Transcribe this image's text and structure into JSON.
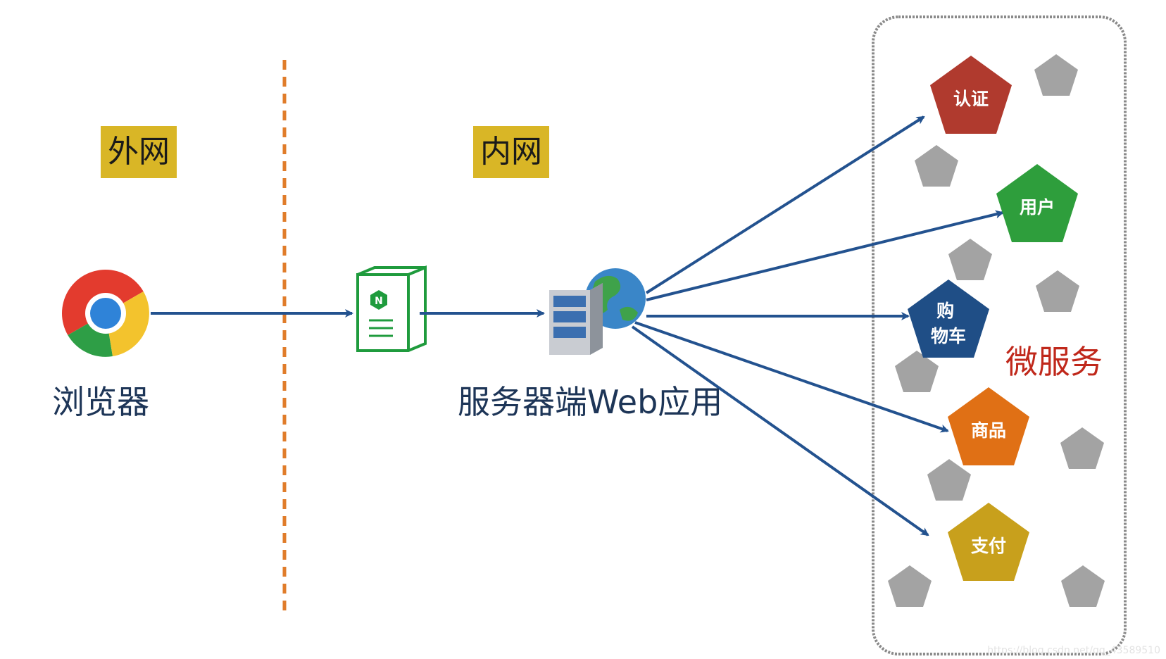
{
  "zones": {
    "external": "外网",
    "internal": "内网"
  },
  "nodes": {
    "browser": "浏览器",
    "web_app": "服务器端Web应用"
  },
  "microservices": {
    "title": "微服务",
    "services": [
      {
        "id": "auth",
        "label": "认证",
        "color": "#b03a2e"
      },
      {
        "id": "user",
        "label": "用户",
        "color": "#2e9e3c"
      },
      {
        "id": "cart",
        "label": "购\n物车",
        "color": "#1f4e86"
      },
      {
        "id": "product",
        "label": "商品",
        "color": "#e07015"
      },
      {
        "id": "payment",
        "label": "支付",
        "color": "#c8a01c"
      }
    ]
  },
  "colors": {
    "arrow": "#23528f",
    "divider": "#e07c2a",
    "placeholder": "#a3a3a3",
    "zone_bg": "#d9b626"
  },
  "icons": {
    "browser": "chrome-icon",
    "gateway": "nginx-server-icon",
    "web_server": "web-server-globe-icon"
  },
  "watermark": "https://blog.csdn.net/qq_43589510"
}
